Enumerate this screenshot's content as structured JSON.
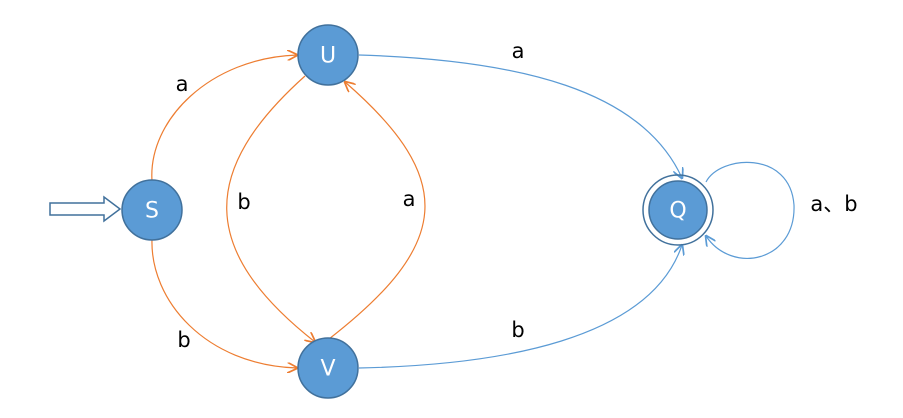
{
  "states": [
    {
      "id": "S",
      "label": "S",
      "accepting": false,
      "initial": true
    },
    {
      "id": "U",
      "label": "U",
      "accepting": false,
      "initial": false
    },
    {
      "id": "V",
      "label": "V",
      "accepting": false,
      "initial": false
    },
    {
      "id": "Q",
      "label": "Q",
      "accepting": true,
      "initial": false
    }
  ],
  "transitions": [
    {
      "from": "S",
      "to": "U",
      "label": "a"
    },
    {
      "from": "S",
      "to": "V",
      "label": "b"
    },
    {
      "from": "U",
      "to": "V",
      "label": "b"
    },
    {
      "from": "V",
      "to": "U",
      "label": "a"
    },
    {
      "from": "U",
      "to": "Q",
      "label": "a"
    },
    {
      "from": "V",
      "to": "Q",
      "label": "b"
    },
    {
      "from": "Q",
      "to": "Q",
      "label": "a、b"
    }
  ],
  "colors": {
    "node_fill": "#5b9bd5",
    "node_stroke": "#41719c",
    "edge_internal": "#ed7d31",
    "edge_to_accept": "#5b9bd5"
  }
}
